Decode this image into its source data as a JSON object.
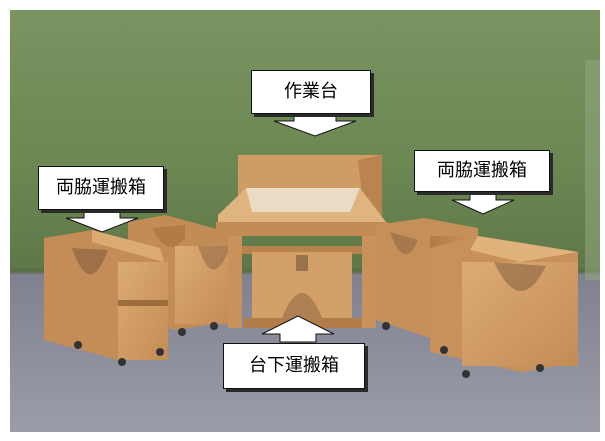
{
  "labels": {
    "workbench": "作業台",
    "left_cart": "両脇運搬箱",
    "right_cart": "両脇運搬箱",
    "under_cart": "台下運搬箱"
  },
  "colors": {
    "wall": "#6f8a55",
    "floor": "#8a8c96",
    "plywood": "#cf9a63",
    "plywood_shadow": "#9d6c3c",
    "callout_bg": "#ffffff",
    "callout_border": "#111111"
  }
}
